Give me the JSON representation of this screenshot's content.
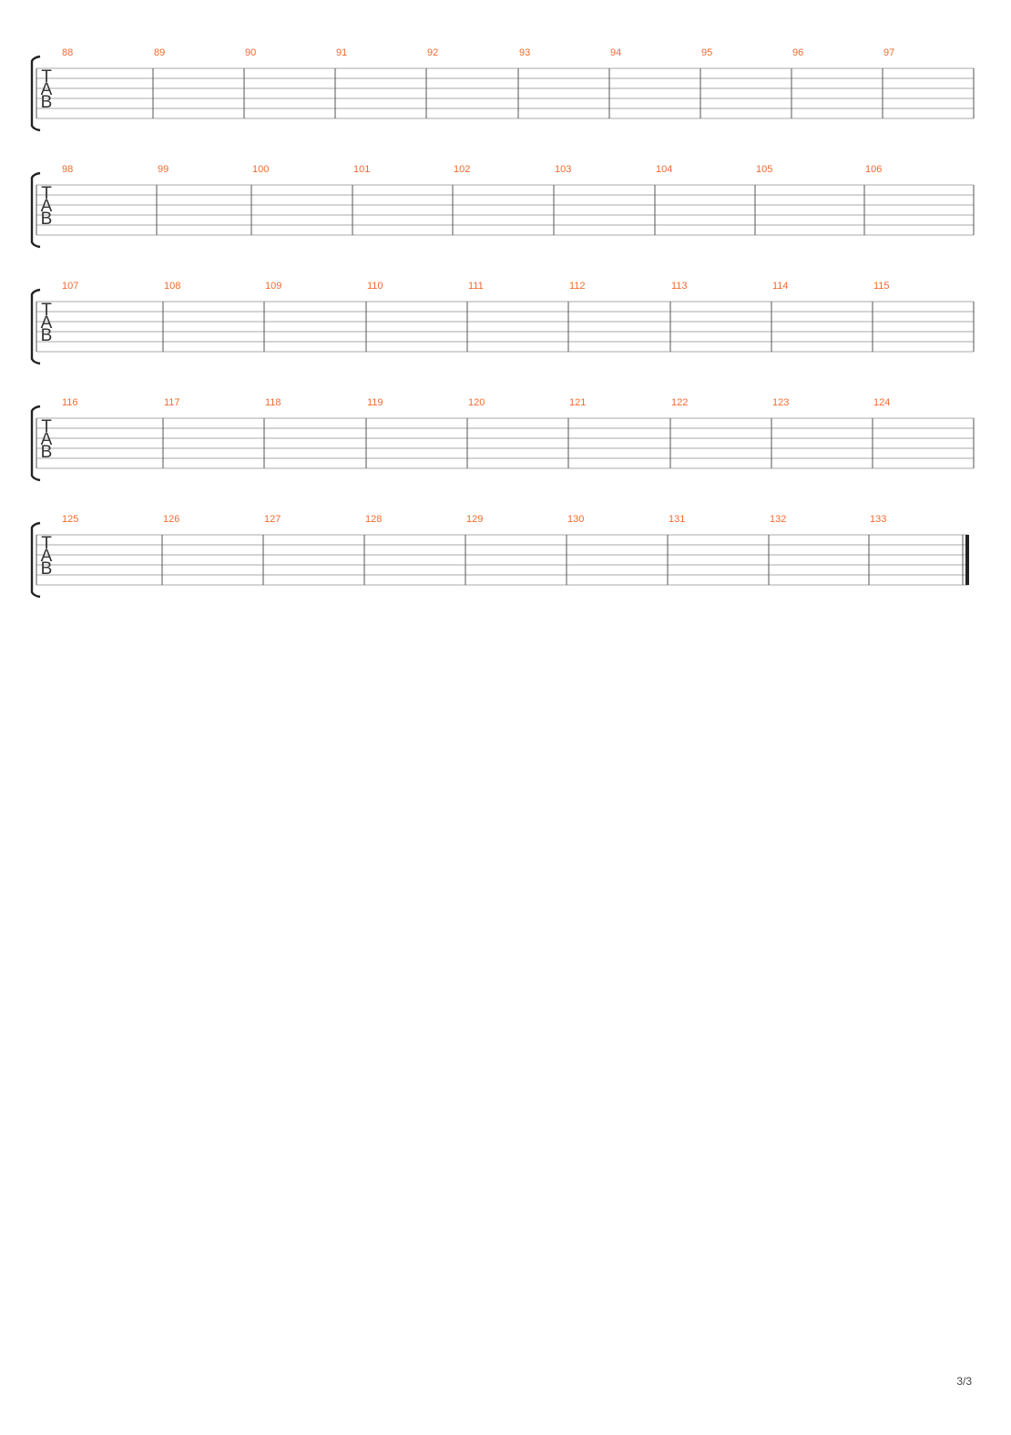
{
  "document": {
    "type": "guitar-tablature",
    "clef_letters": [
      "T",
      "A",
      "B"
    ],
    "strings_per_staff": 6,
    "page_number": "3/3"
  },
  "colors": {
    "measure_number": "#f26a2e",
    "staff_line": "#aaaaaa",
    "barline": "#555555",
    "bracket": "#222222",
    "clef": "#333333",
    "background": "#ffffff"
  },
  "systems": [
    {
      "measures": [
        "88",
        "89",
        "90",
        "91",
        "92",
        "93",
        "94",
        "95",
        "96",
        "97"
      ],
      "final_barline": false
    },
    {
      "measures": [
        "98",
        "99",
        "100",
        "101",
        "102",
        "103",
        "104",
        "105",
        "106"
      ],
      "final_barline": false
    },
    {
      "measures": [
        "107",
        "108",
        "109",
        "110",
        "111",
        "112",
        "113",
        "114",
        "115"
      ],
      "final_barline": false
    },
    {
      "measures": [
        "116",
        "117",
        "118",
        "119",
        "120",
        "121",
        "122",
        "123",
        "124"
      ],
      "final_barline": false
    },
    {
      "measures": [
        "125",
        "126",
        "127",
        "128",
        "129",
        "130",
        "131",
        "132",
        "133"
      ],
      "final_barline": true
    }
  ]
}
